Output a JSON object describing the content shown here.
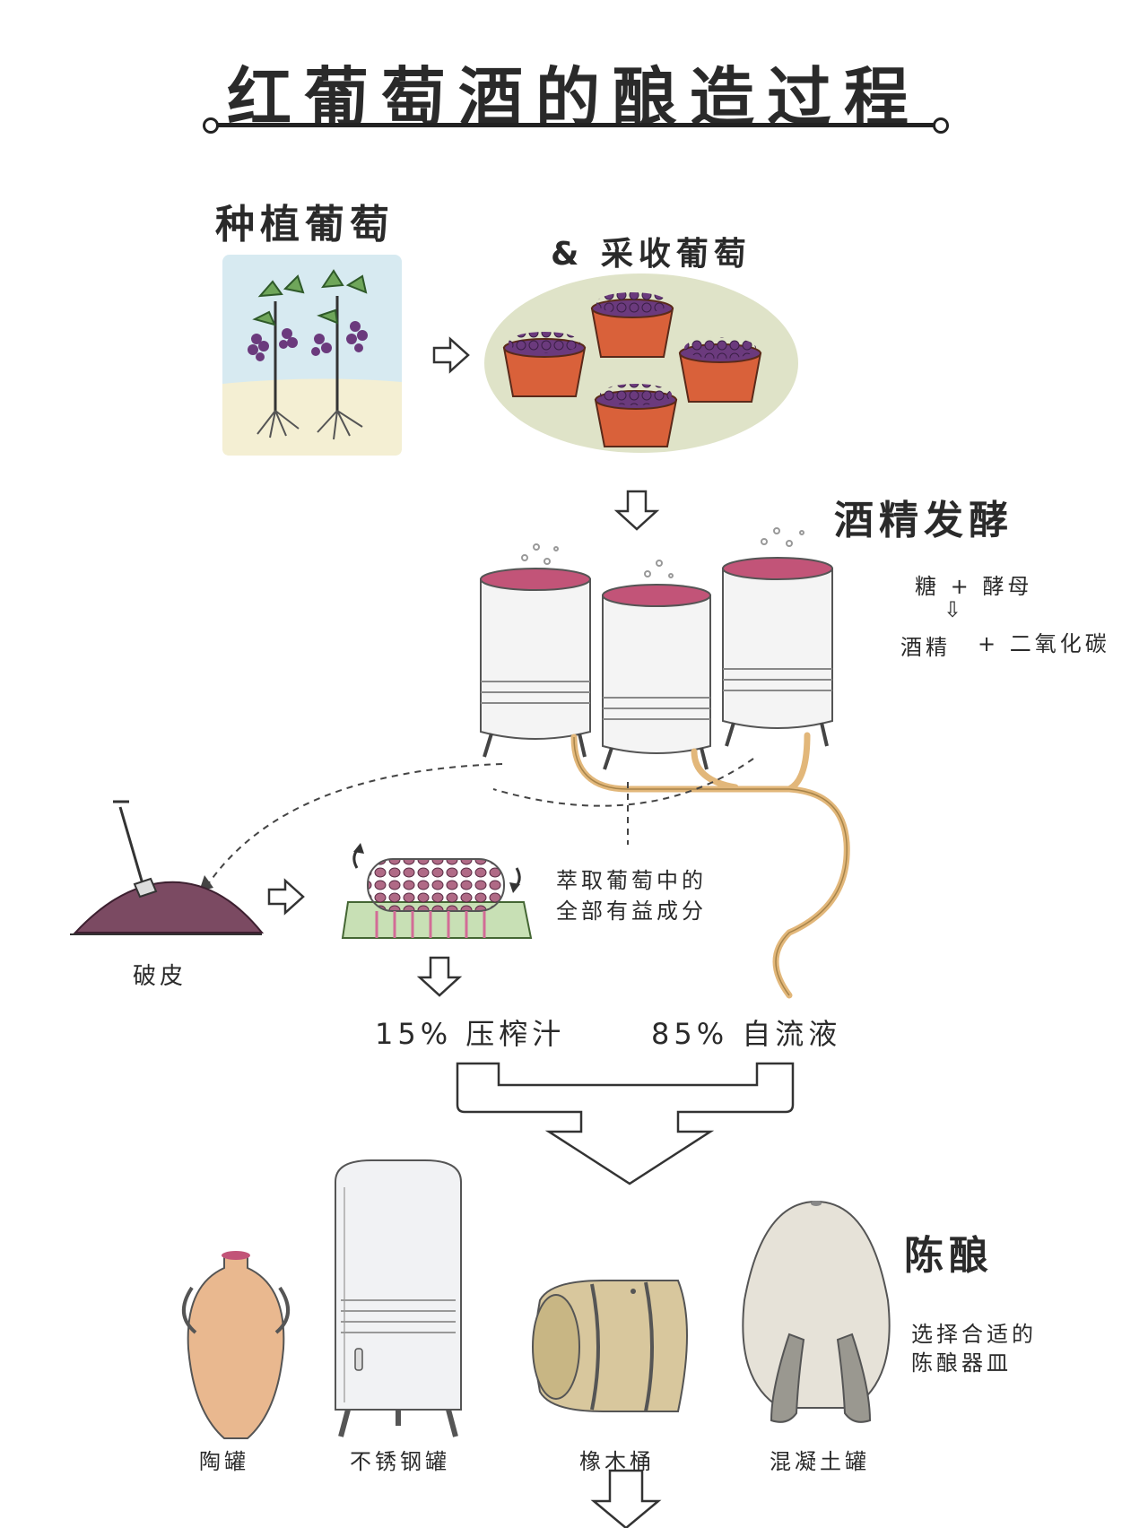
{
  "title": "红葡萄酒的酿造过程",
  "steps": {
    "plant": "种植葡萄",
    "harvest": "& 采收葡萄",
    "ferment": "酒精发酵",
    "pomace": "破皮",
    "press_note_1": "萃取葡萄中的",
    "press_note_2": "全部有益成分",
    "press_juice": "15% 压榨汁",
    "free_run": "85% 自流液",
    "aging": "陈酿",
    "aging_note_1": "选择合适的",
    "aging_note_2": "陈酿器皿"
  },
  "formula": {
    "line1": "糖 + 酵母",
    "arrow": "⇩",
    "line2_a": "酒精",
    "line2_b": "+ 二氧化碳"
  },
  "vessels": [
    "陶罐",
    "不锈钢罐",
    "橡木桶",
    "混凝土罐"
  ],
  "colors": {
    "grape": "#6b3a7d",
    "basket": "#d9613a",
    "juice_tube": "#e2b77a",
    "wine": "#c25478",
    "sky": "#d7eaf1",
    "soil": "#f4efd3"
  }
}
